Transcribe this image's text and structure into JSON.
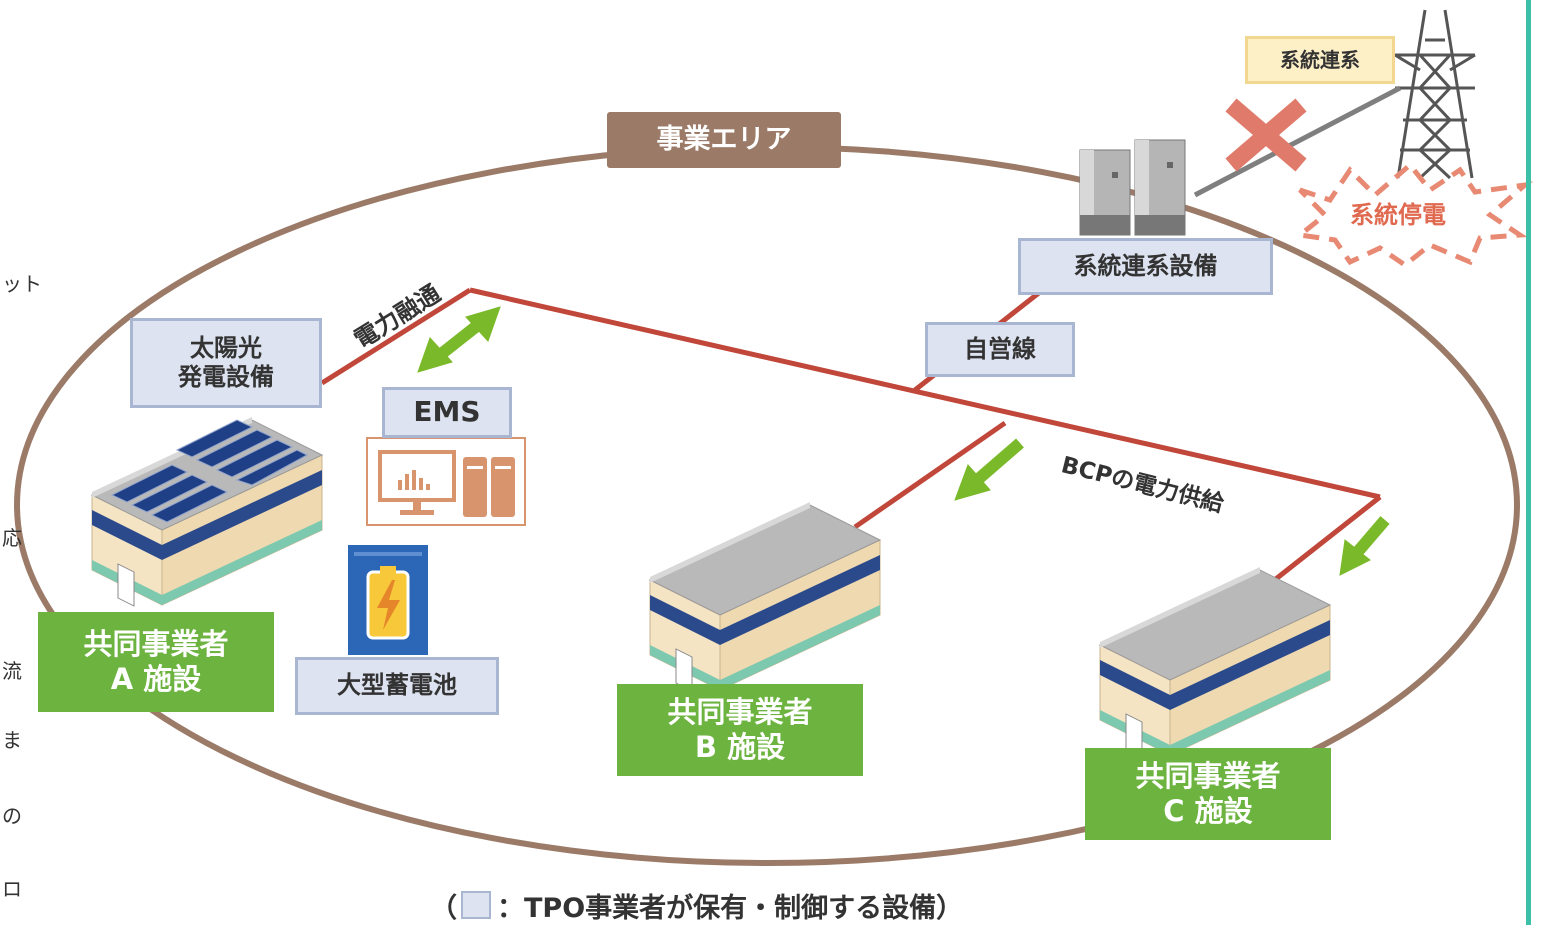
{
  "labels": {
    "grid_connection": "系統連系",
    "grid_outage": "系統停電",
    "business_area": "事業エリア",
    "grid_equipment": "系統連系設備",
    "private_line": "自営線",
    "power_exchange": "電力融通",
    "bcp_supply": "BCPの電力供給",
    "solar_line1": "太陽光",
    "solar_line2": "発電設備",
    "ems": "EMS",
    "large_battery": "大型蓄電池",
    "facility_a_line1": "共同事業者",
    "facility_a_line2": "A 施設",
    "facility_b_line1": "共同事業者",
    "facility_b_line2": "B 施設",
    "facility_c_line1": "共同事業者",
    "facility_c_line2": "C 施設"
  },
  "legend": {
    "open": "（",
    "text": "：TPO事業者が保有・制御する設備）"
  },
  "edge_text": [
    "ット",
    "応",
    "流",
    "ま",
    "の",
    "ロ"
  ],
  "colors": {
    "line": "#c0473a",
    "arrow": "#7ab929",
    "area_outline": "#9b7b68",
    "equipment_fill": "#dde3f0",
    "facility_fill": "#6cb33f",
    "cross": "#e07a6a",
    "outage": "#e06a50"
  },
  "icons": [
    "transmission-tower-icon",
    "server-cabinet-icon",
    "solar-building-icon",
    "building-icon",
    "ems-monitor-icon",
    "battery-icon"
  ]
}
